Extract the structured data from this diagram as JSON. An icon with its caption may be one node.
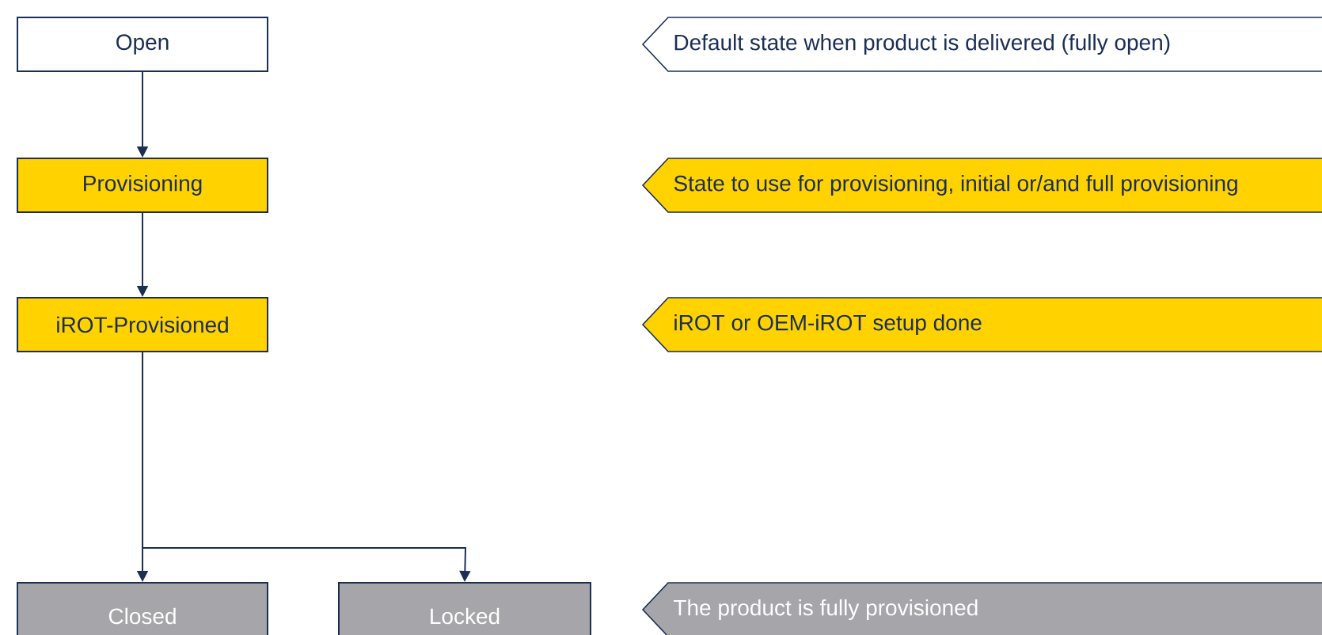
{
  "diagram": {
    "nodes": [
      {
        "text": [
          "Open"
        ]
      },
      {
        "text": [
          "Provisioning"
        ]
      },
      {
        "text": [
          "iROT-Provisioned"
        ]
      },
      {
        "text": [
          "Closed"
        ]
      },
      {
        "text": [
          "Locked"
        ]
      },
      {
        "text": [
          "Default state when product is delivered (fully open)"
        ]
      },
      {
        "text": [
          "State to use for provisioning, initial or/and full provisioning"
        ]
      },
      {
        "text": [
          "iROT or OEM-iROT setup done"
        ]
      },
      {
        "text": [
          "The product is fully provisioned"
        ]
      }
    ],
    "edges": [
      {
        "from": 0,
        "to": 1,
        "arrow": "to"
      },
      {
        "from": 1,
        "to": 2,
        "arrow": "to"
      },
      {
        "from": 2,
        "to": 3,
        "arrow": "to"
      },
      {
        "from": 2,
        "to": 4,
        "arrow": "to"
      }
    ]
  }
}
